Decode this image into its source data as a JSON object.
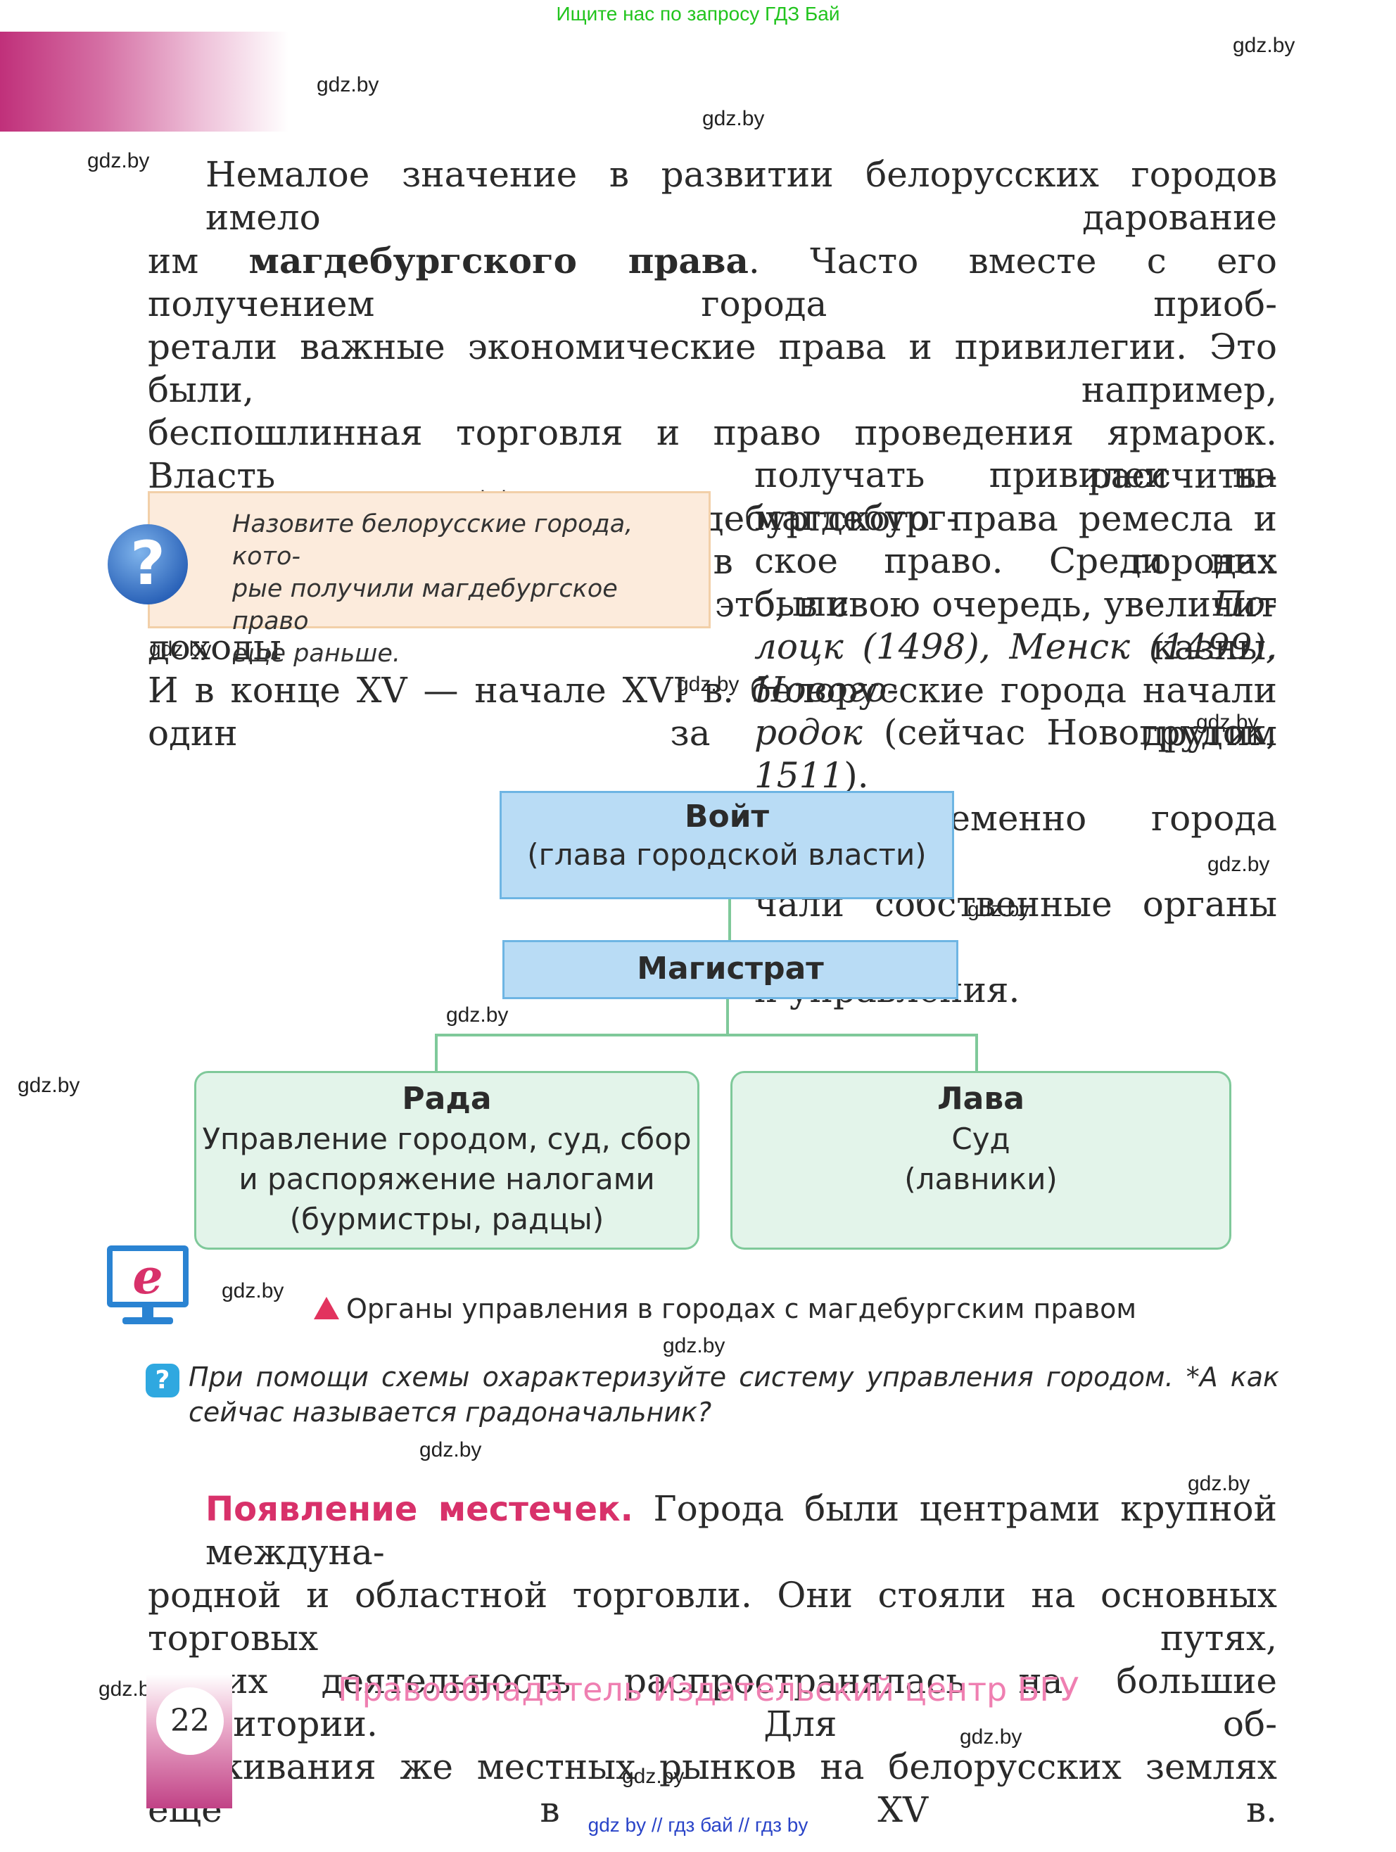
{
  "header": {
    "top_link": "Ищите нас по запросу ГДЗ Бай"
  },
  "watermark": "gdz.by",
  "paragraph1": {
    "lines": [
      "Немалое значение в развитии белорусских городов имело дарование",
      "им ",
      "магдебургского права",
      ". Часто вместе с его получением города приоб-",
      "ретали важные экономические права и привилегии. Это были, например,",
      "беспошлинная торговля и право проведения ярмарок. Власть рассчиты-",
      "вала, что с получением магдебургского права ремесла и торговля в городах",
      "будут развиваться быстрее. А это, в свою очередь, увеличит доходы казны.",
      "И в конце XV — начале XVI в. белорусские города начали один за другим"
    ]
  },
  "paragraph1_cont": {
    "l1": "получать привилеи на магдебург-",
    "l2": "ское право. Среди них были ",
    "l2_it": "По-",
    "l3_it": "лоцк (1498), Менск (1499), Новогo-",
    "l4_it": "родок",
    "l4": " (сейчас Новогрудок, ",
    "l4_it2": "1511",
    "l4_end": ").",
    "l5": "Одновременно города полу-",
    "l6": "чали собственные органы власти",
    "l7": "и управления."
  },
  "question_box": {
    "icon": "question-circle-icon",
    "text_lines": [
      "Назовите белорусские города, кото-",
      "рые получили магдебургское право",
      "еще раньше."
    ]
  },
  "diagram": {
    "voit": {
      "title": "Войт",
      "subtitle": "(глава городской власти)"
    },
    "magistrat": {
      "title": "Магистрат"
    },
    "rada": {
      "title": "Рада",
      "lines": [
        "Управление городом, суд, сбор",
        "и распоряжение налогами",
        "(бурмистры, радцы)"
      ]
    },
    "lava": {
      "title": "Лава",
      "lines": [
        "Суд",
        "(лавники)"
      ]
    }
  },
  "eresource_icon": "e-monitor-icon",
  "caption": "Органы управления в городах с магдебургским правом",
  "task": {
    "icon_label": "?",
    "line1": "При помощи схемы охарактеризуйте систему управления городом. *А как",
    "line2": "сейчас называется градоначальник?"
  },
  "section": {
    "heading": "Появление местечек.",
    "l1": " Города были центрами крупной междуна-",
    "l2": "родной и областной торговли. Они стояли на основных торговых путях,",
    "l3": "и их деятельность распространялась на большие территории. Для об-",
    "l4": "служивания же местных рынков на белорусских землях еще в XV в."
  },
  "footer": {
    "page_number": "22",
    "rights": "Правообладатель Издательский центр БГУ",
    "bottom_links": "gdz by  //  гдз бай  //  гдз by"
  },
  "colors": {
    "accent_pink": "#d8316a",
    "link_green": "#22c41e",
    "link_blue": "#2a44c8"
  }
}
